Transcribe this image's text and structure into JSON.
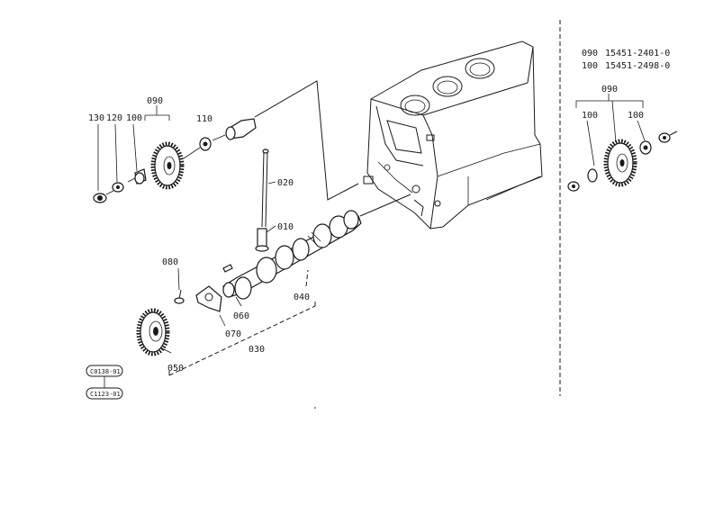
{
  "callouts": {
    "c010": "010",
    "c020": "020",
    "c030": "030",
    "c040": "040",
    "c050": "050",
    "c060": "060",
    "c070": "070",
    "c080": "080",
    "c090": "090",
    "c100": "100",
    "c110": "110",
    "c120": "120",
    "c130": "130"
  },
  "inset": {
    "c090": "090",
    "c100_left": "100",
    "c100_right": "100"
  },
  "parts_table": [
    {
      "ref": "090",
      "part_no": "15451-2401-0"
    },
    {
      "ref": "100",
      "part_no": "15451-2498-0"
    }
  ],
  "codes": [
    "C0138-01",
    "C1123-01"
  ]
}
